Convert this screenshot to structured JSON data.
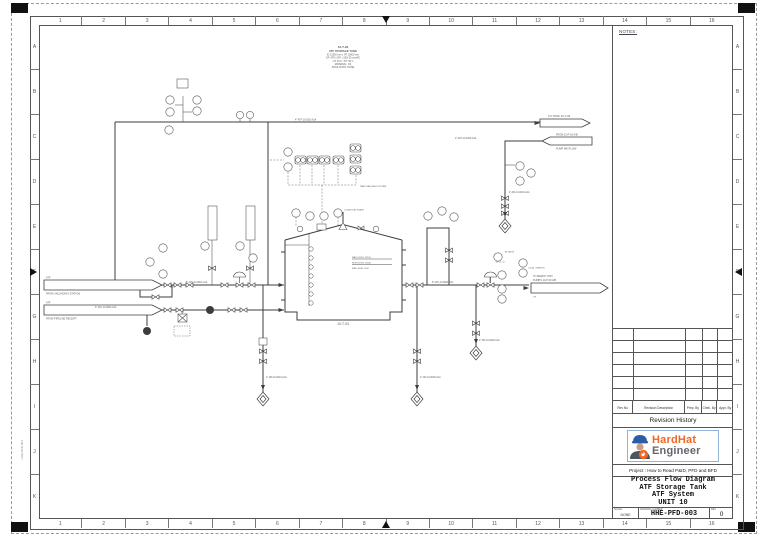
{
  "frame": {
    "grid_numbers": [
      "1",
      "2",
      "3",
      "4",
      "5",
      "6",
      "7",
      "8",
      "9",
      "10",
      "11",
      "12",
      "13",
      "14",
      "15",
      "16"
    ],
    "grid_letters": [
      "A",
      "B",
      "C",
      "D",
      "E",
      "F",
      "G",
      "H",
      "I",
      "J",
      "K"
    ],
    "notes_label": "NOTES:",
    "file_label": "HHE-PFD-003"
  },
  "title_block": {
    "revision_headers": [
      "Rev No",
      "Revision Description",
      "Prep. By",
      "Chek. By",
      "Appr. By"
    ],
    "revision_history_title": "Revision History",
    "logo": {
      "word1": "HardHat",
      "word2": "Engineer"
    },
    "project_line": "Project : How to Read P&ID, PFD and BFD",
    "title_lines": [
      "Process Flow Diagram",
      "ATF Storage Tank",
      "ATF System",
      "UNIT 10"
    ],
    "scale_label": "SCALE",
    "scale_value": "NONE",
    "drawing_number_label": "DRAWING NUMBER",
    "drawing_number": "HHE-PFD-003",
    "revision_label": "REV",
    "revision_value": "0"
  },
  "diagram": {
    "tank": {
      "tag": "10-T-03",
      "levels": [
        "MAX LEVEL 13100",
        "NOR LEVEL 11500",
        "MIN LEVEL 1200"
      ]
    },
    "equipment_note": [
      "10-T-03",
      "ATF STORAGE TANK",
      "ID 12500 mm x HT 10000 mm",
      "OP: ATM / DP: +100/-25 mmWC",
      "OT: 40 C / DT: 65 C",
      "MATERIAL: CS",
      "INSULATION: NONE"
    ],
    "connectors": {
      "inlet1_top": "ATF",
      "inlet1": "FROM UNLOADING STATION",
      "inlet2_top": "ATF",
      "inlet2": "FROM PIPELINE RECEIPT",
      "to_tank": "TO TANK 10-T-02",
      "from_pump_1": "FROM 10-P-03 A/B",
      "from_pump_2": "PUMP MIN FLOW",
      "to_merch_1": "TO MERCH UNIT",
      "to_merch_2": "PUMPS 10-P-03 A/B",
      "op": "OP"
    },
    "line_labels": {
      "inlet1": "8\"-ATF-10-0001-A1A",
      "inlet2": "6\"-ATF-10-0002-A1A",
      "top": "4\"-ATF-10-1001-A1A",
      "minflow": "2\"-ATF-10-1005-A1A",
      "outlet": "6\"-ATF-10-0004-A1A",
      "drain1": "2\"-OD-10-0024-A1A",
      "drain2": "2\"-OD-10-0025-A1A",
      "drain3": "2\"-OD-10-0026-A1A",
      "minflow_drain": "2\"-OD-10-0023-A1A"
    },
    "misc_labels": {
      "gauging": "TANK GAUGING SYSTEM",
      "at_grade": "LOCATED AT GRADE",
      "at_valve": "AT VALVE",
      "local_remote": "LOCAL / REMOTE"
    }
  }
}
